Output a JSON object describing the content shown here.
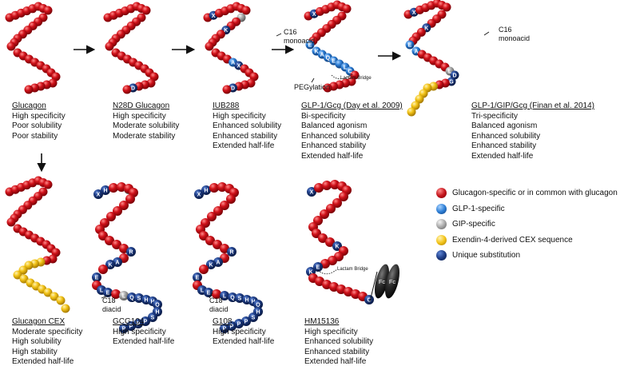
{
  "colors": {
    "glucagon": "#c4151c",
    "glp1": "#2e7fd6",
    "gip": "#a8a8a8",
    "cex": "#f3c419",
    "unique": "#1e3d85",
    "fc": "#2b2b2b"
  },
  "molecules": [
    {
      "id": "glucagon",
      "name": "Glucagon",
      "properties": [
        "High specificity",
        "Poor solubility",
        "Poor stability"
      ]
    },
    {
      "id": "n28d",
      "name": "N28D Glucagon",
      "properties": [
        "High specificity",
        "Moderate solubility",
        "Moderate stability"
      ],
      "labels": [
        "D"
      ]
    },
    {
      "id": "iub288",
      "name": "IUB288",
      "properties": [
        "High specificity",
        "Enhanced solubility",
        "Enhanced stability",
        "Extended half-life"
      ],
      "labels": [
        "X",
        "K",
        "A",
        "X",
        "D"
      ],
      "annotation": "C16\nmonoacid"
    },
    {
      "id": "day2009",
      "name": "GLP-1/Gcg (Day et al. 2009)",
      "properties": [
        "Bi-specificity",
        "Balanced agonism",
        "Enhanced solubility",
        "Enhanced stability",
        "Extended half-life"
      ],
      "labels": [
        "X",
        "E",
        "K",
        "A",
        "Q",
        "E",
        "L",
        "C"
      ],
      "bridge": "Lactam Bridge",
      "annotation": "PEGylation"
    },
    {
      "id": "finan2014",
      "name": "GLP-1/GIP/Gcg (Finan et al. 2014)",
      "properties": [
        "Tri-specificity",
        "Balanced agonism",
        "Enhanced solubility",
        "Enhanced stability",
        "Extended half-life"
      ],
      "labels": [
        "X",
        "K",
        "A",
        "E",
        "L",
        "D",
        "G"
      ],
      "annotation": "C16\nmonoacid"
    },
    {
      "id": "cex",
      "name": "Glucagon CEX",
      "properties": [
        "Moderate specificity",
        "High solubility",
        "High stability",
        "Extended half-life"
      ]
    },
    {
      "id": "gcg104",
      "name": "GCG104",
      "properties": [
        "High specificity",
        "Extended half-life"
      ],
      "labels": [
        "X",
        "H",
        "R",
        "A",
        "K",
        "E",
        "L",
        "E",
        "L",
        "Q",
        "S",
        "H",
        "H",
        "Q",
        "H",
        "S",
        "P",
        "P",
        "P",
        "P",
        "G"
      ],
      "annotation": "C18\ndiacid"
    },
    {
      "id": "g108",
      "name": "G108",
      "properties": [
        "High specificity",
        "Extended half-life"
      ],
      "labels": [
        "X",
        "H",
        "R",
        "A",
        "K",
        "E",
        "L",
        "E",
        "L",
        "Q",
        "S",
        "H",
        "H",
        "Q",
        "H",
        "S",
        "P",
        "P",
        "P",
        "P"
      ],
      "annotation": "C18\ndiacid"
    },
    {
      "id": "hm15136",
      "name": "HM15136",
      "properties": [
        "High specificity",
        "Enhanced solubility",
        "Enhanced stability",
        "Extended half-life"
      ],
      "labels": [
        "X",
        "E",
        "K",
        "C",
        "Fc",
        "Fc"
      ],
      "bridge": "Lactam Bridge"
    }
  ],
  "legend": [
    {
      "color": "#c4151c",
      "label": "Glucagon-specific or in common with glucagon"
    },
    {
      "color": "#2e7fd6",
      "label": "GLP-1-specific"
    },
    {
      "color": "#a8a8a8",
      "label": "GIP-specific"
    },
    {
      "color": "#f3c419",
      "label": "Exendin-4-derived CEX sequence"
    },
    {
      "color": "#1e3d85",
      "label": "Unique substitution"
    }
  ]
}
